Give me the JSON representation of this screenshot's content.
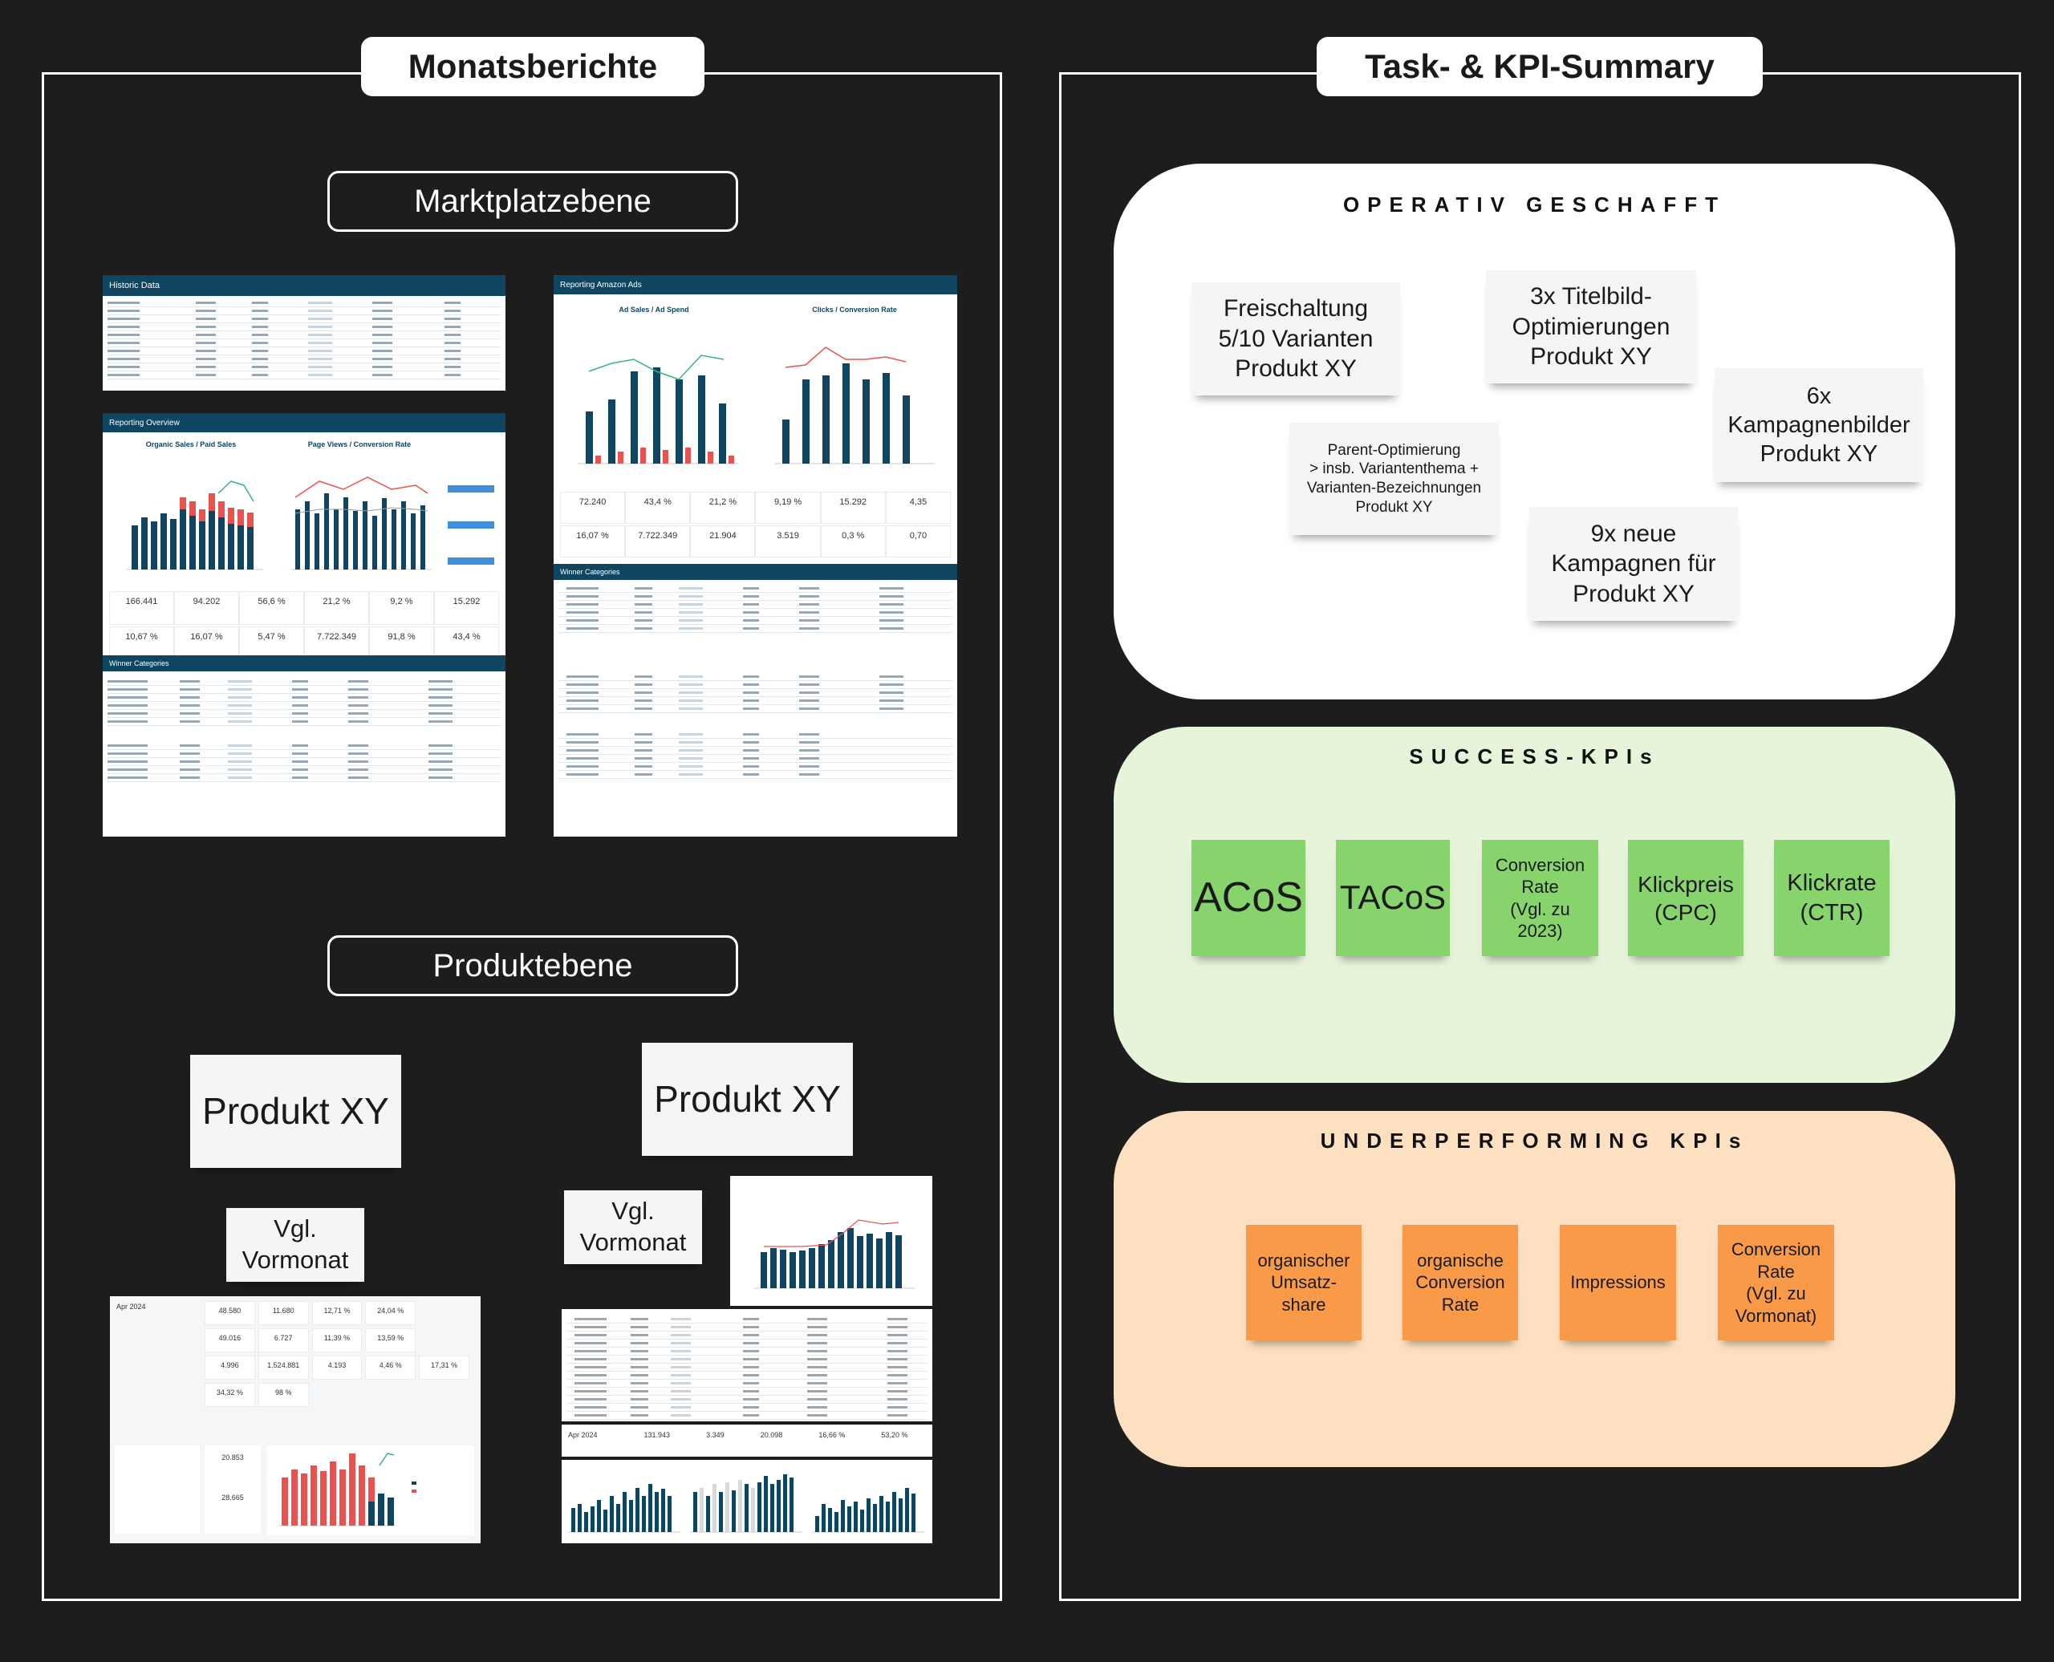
{
  "left_section": {
    "title": "Monatsberichte",
    "level_market": "Marktplatzebene",
    "level_product": "Produktebene",
    "screenshots": {
      "historic": {
        "title": "Historic Data"
      },
      "ads": {
        "title": "Reporting Amazon Ads",
        "panel_left": "Ad Sales / Ad Spend",
        "panel_right": "Clicks / Conversion Rate",
        "kpis_row1": [
          "72.240",
          "43,4 %",
          "21,2 %",
          "9,19 %",
          "15.292",
          "4,35"
        ],
        "kpis_row2": [
          "16,07 %",
          "7.722.349",
          "21.904",
          "3.519",
          "0,3 %",
          "0,70"
        ],
        "winner": "Winner Categories"
      },
      "overview": {
        "title": "Reporting Overview",
        "panel_left": "Organic Sales / Paid Sales",
        "panel_right": "Page Views / Conversion Rate",
        "kpis_row1": [
          "166.441",
          "94.202",
          "56,6 %",
          "21,2 %",
          "9,2 %",
          "15.292"
        ],
        "kpis_row2": [
          "10,67 %",
          "16,07 %",
          "5,47 %",
          "7.722.349",
          "91,8 %",
          "43,4 %"
        ],
        "winner": "Winner Categories"
      },
      "product_left": {
        "period": "Apr 2024",
        "kpis": [
          "48.580",
          "11.680",
          "12,71 %",
          "24,04 %",
          "49.016",
          "6.727",
          "11,39 %",
          "13,59 %",
          "4.996",
          "1.524.881",
          "4.193",
          "4,46 %",
          "17,31 %",
          "34,32 %",
          "98 %"
        ],
        "bottom_kpis": [
          "20.853",
          "28.665"
        ]
      },
      "product_right": {
        "period": "Apr 2024",
        "kpis": [
          "131.943",
          "3.349",
          "20.098",
          "16,66 %",
          "53,20 %"
        ]
      }
    },
    "product_notes": [
      "Produkt XY",
      "Produkt XY"
    ],
    "compare_notes": [
      "Vgl.\nVormonat",
      "Vgl.\nVormonat"
    ]
  },
  "right_section": {
    "title": "Task- & KPI-Summary",
    "operativ": {
      "title": "OPERATIV GESCHAFFT",
      "notes": [
        "Freischaltung\n5/10 Varianten\nProdukt XY",
        "3x Titelbild-\nOptimierungen\nProdukt XY",
        "6x\nKampagnenbilder\nProdukt XY",
        "Parent-Optimierung\n> insb. Variantenthema +\nVarianten-Bezeichnungen\nProdukt XY",
        "9x neue\nKampagnen für\nProdukt XY"
      ]
    },
    "success": {
      "title": "SUCCESS-KPIs",
      "notes": [
        "ACoS",
        "TACoS",
        "Conversion\nRate\n(Vgl. zu\n2023)",
        "Klickpreis\n(CPC)",
        "Klickrate\n(CTR)"
      ]
    },
    "under": {
      "title": "UNDERPERFORMING KPIs",
      "notes": [
        "organischer\nUmsatz-\nshare",
        "organische\nConversion\nRate",
        "Impressions",
        "Conversion\nRate\n(Vgl. zu\nVormonat)"
      ]
    }
  },
  "colors": {
    "background": "#1e1d1e",
    "dashboard_navy": "#0f4560",
    "bar_red": "#e8534f",
    "success_bg": "#e6f4da",
    "under_bg": "#fde0c0",
    "sticky_green": "#86d46b",
    "sticky_orange": "#f89a48"
  }
}
